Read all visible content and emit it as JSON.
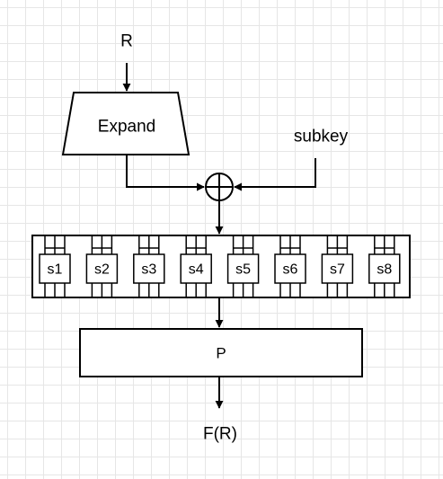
{
  "labels": {
    "input": "R",
    "expand": "Expand",
    "subkey": "subkey",
    "permutation": "P",
    "output": "F(R)"
  },
  "sboxes": [
    "s1",
    "s2",
    "s3",
    "s4",
    "s5",
    "s6",
    "s7",
    "s8"
  ],
  "colors": {
    "stroke": "#000000",
    "fill": "#ffffff",
    "grid": "#e6e6e6"
  }
}
